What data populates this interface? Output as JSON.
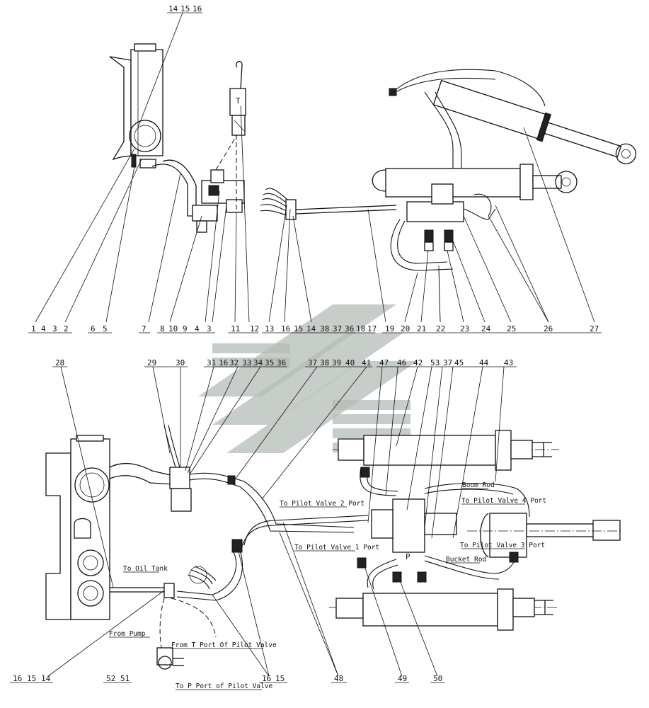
{
  "callouts_top": [
    "1",
    "4",
    "3",
    "2",
    "6",
    "5",
    "7",
    "8",
    "10",
    "9",
    "4",
    "3",
    "11",
    "12",
    "13",
    "16",
    "15",
    "14",
    "38",
    "37",
    "36",
    "18",
    "17",
    "19",
    "20",
    "21",
    "22",
    "23",
    "24",
    "25",
    "26",
    "27"
  ],
  "callouts_top_upper": [
    "14",
    "15",
    "16"
  ],
  "callouts_mid": [
    "28",
    "29",
    "30",
    "31",
    "16",
    "32",
    "33",
    "34",
    "35",
    "36",
    "37",
    "38",
    "39",
    "40",
    "41",
    "47",
    "46",
    "42",
    "53",
    "37",
    "45",
    "44",
    "43"
  ],
  "callouts_bottom": [
    "16",
    "15",
    "14",
    "52",
    "51",
    "48",
    "16",
    "15",
    "49",
    "50"
  ],
  "annotations": {
    "to_pilot_valve_2": "To Pilot Valve 2 Port",
    "to_pilot_valve_1": "To Pilot Valve 1 Port",
    "to_pilot_valve_4": "To Pilot Valve 4 Port",
    "to_pilot_valve_3": "To Pilot Valve 3 Port",
    "boom_rod": "Boom Rod",
    "bucket_rod": "Bucket Rod",
    "to_oil_tank": "To Oil Tank",
    "from_pump": "From Pump",
    "from_t_port": "From T Port Of Pilot Valve",
    "to_p_port": "To P Port of Pilot Valve",
    "valve_t": "T",
    "valve_p": "P"
  }
}
